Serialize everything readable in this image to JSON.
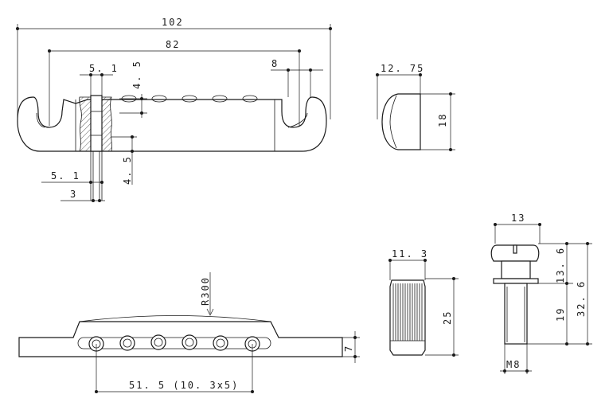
{
  "dimensions": {
    "tailpiece_length": "102",
    "stud_spacing": "82",
    "stud_slot_width": "8",
    "insert_width": "5. 1",
    "hole_drop": "4. 5",
    "lower_height": "4. 5",
    "collar_diameter": "5. 1",
    "shaft_diameter": "3",
    "end_width": "12. 75",
    "end_height": "18",
    "radius": "R300",
    "saddle_spacing": "51. 5 (10. 3x5)",
    "bridge_height": "7",
    "wheel_width": "11. 3",
    "wheel_height": "25",
    "head_width": "13",
    "head_height": "13. 6",
    "total_height": "32. 6",
    "thread_length": "19",
    "thread_size": "M8"
  }
}
